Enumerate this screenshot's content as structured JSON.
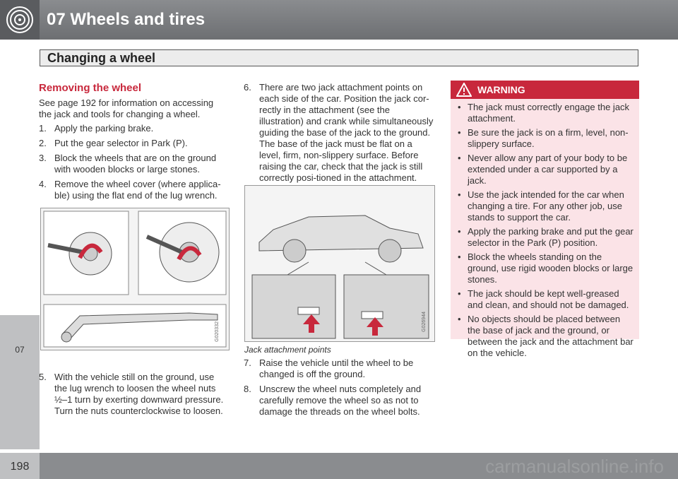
{
  "header": {
    "chapter_title": "07 Wheels and tires",
    "section_title": "Changing a wheel"
  },
  "sidebar": {
    "tab_number": "07"
  },
  "footer": {
    "page_number": "198",
    "watermark": "carmanualsonline.info"
  },
  "col1": {
    "heading": "Removing the wheel",
    "intro": "See page 192 for information on accessing the jack and tools for changing a wheel.",
    "steps": [
      {
        "n": "1.",
        "t": "Apply the parking brake."
      },
      {
        "n": "2.",
        "t": "Put the gear selector in Park (P)."
      },
      {
        "n": "3.",
        "t": "Block the wheels that are on the ground with wooden blocks or large stones."
      },
      {
        "n": "4.",
        "t": "Remove the wheel cover (where applica-ble) using the flat end of the lug wrench."
      }
    ],
    "figure_code": "G020332",
    "step5": {
      "n": "5.",
      "t": "With the vehicle still on the ground, use the lug wrench to loosen the wheel nuts ½–1 turn by exerting downward pressure. Turn the nuts counterclockwise to loosen."
    }
  },
  "col2": {
    "step6": {
      "n": "6.",
      "t": "There are two jack attachment points on each side of the car. Position the jack cor-rectly in the attachment (see the illustration) and crank while simultaneously guiding the base of the jack to the ground. The base of the jack must be flat on a level, firm, non-slippery surface. Before raising the car, check that the jack is still correctly posi-tioned in the attachment."
    },
    "figure_code": "G026944",
    "caption": "Jack attachment points",
    "steps": [
      {
        "n": "7.",
        "t": "Raise the vehicle until the wheel to be changed is off the ground."
      },
      {
        "n": "8.",
        "t": "Unscrew the wheel nuts completely and carefully remove the wheel so as not to damage the threads on the wheel bolts."
      }
    ]
  },
  "warning": {
    "title": "WARNING",
    "items": [
      "The jack must correctly engage the jack attachment.",
      "Be sure the jack is on a firm, level, non-slippery surface.",
      "Never allow any part of your body to be extended under a car supported by a jack.",
      "Use the jack intended for the car when changing a tire. For any other job, use stands to support the car.",
      "Apply the parking brake and put the gear selector in the Park (P) position.",
      "Block the wheels standing on the ground, use rigid wooden blocks or large stones.",
      "The jack should be kept well-greased and clean, and should not be damaged.",
      "No objects should be placed between the base of jack and the ground, or between the jack and the attachment bar on the vehicle."
    ]
  },
  "colors": {
    "accent_red": "#c8283c",
    "header_gray": "#8a8c8f",
    "warning_bg": "#fbe3e7"
  }
}
